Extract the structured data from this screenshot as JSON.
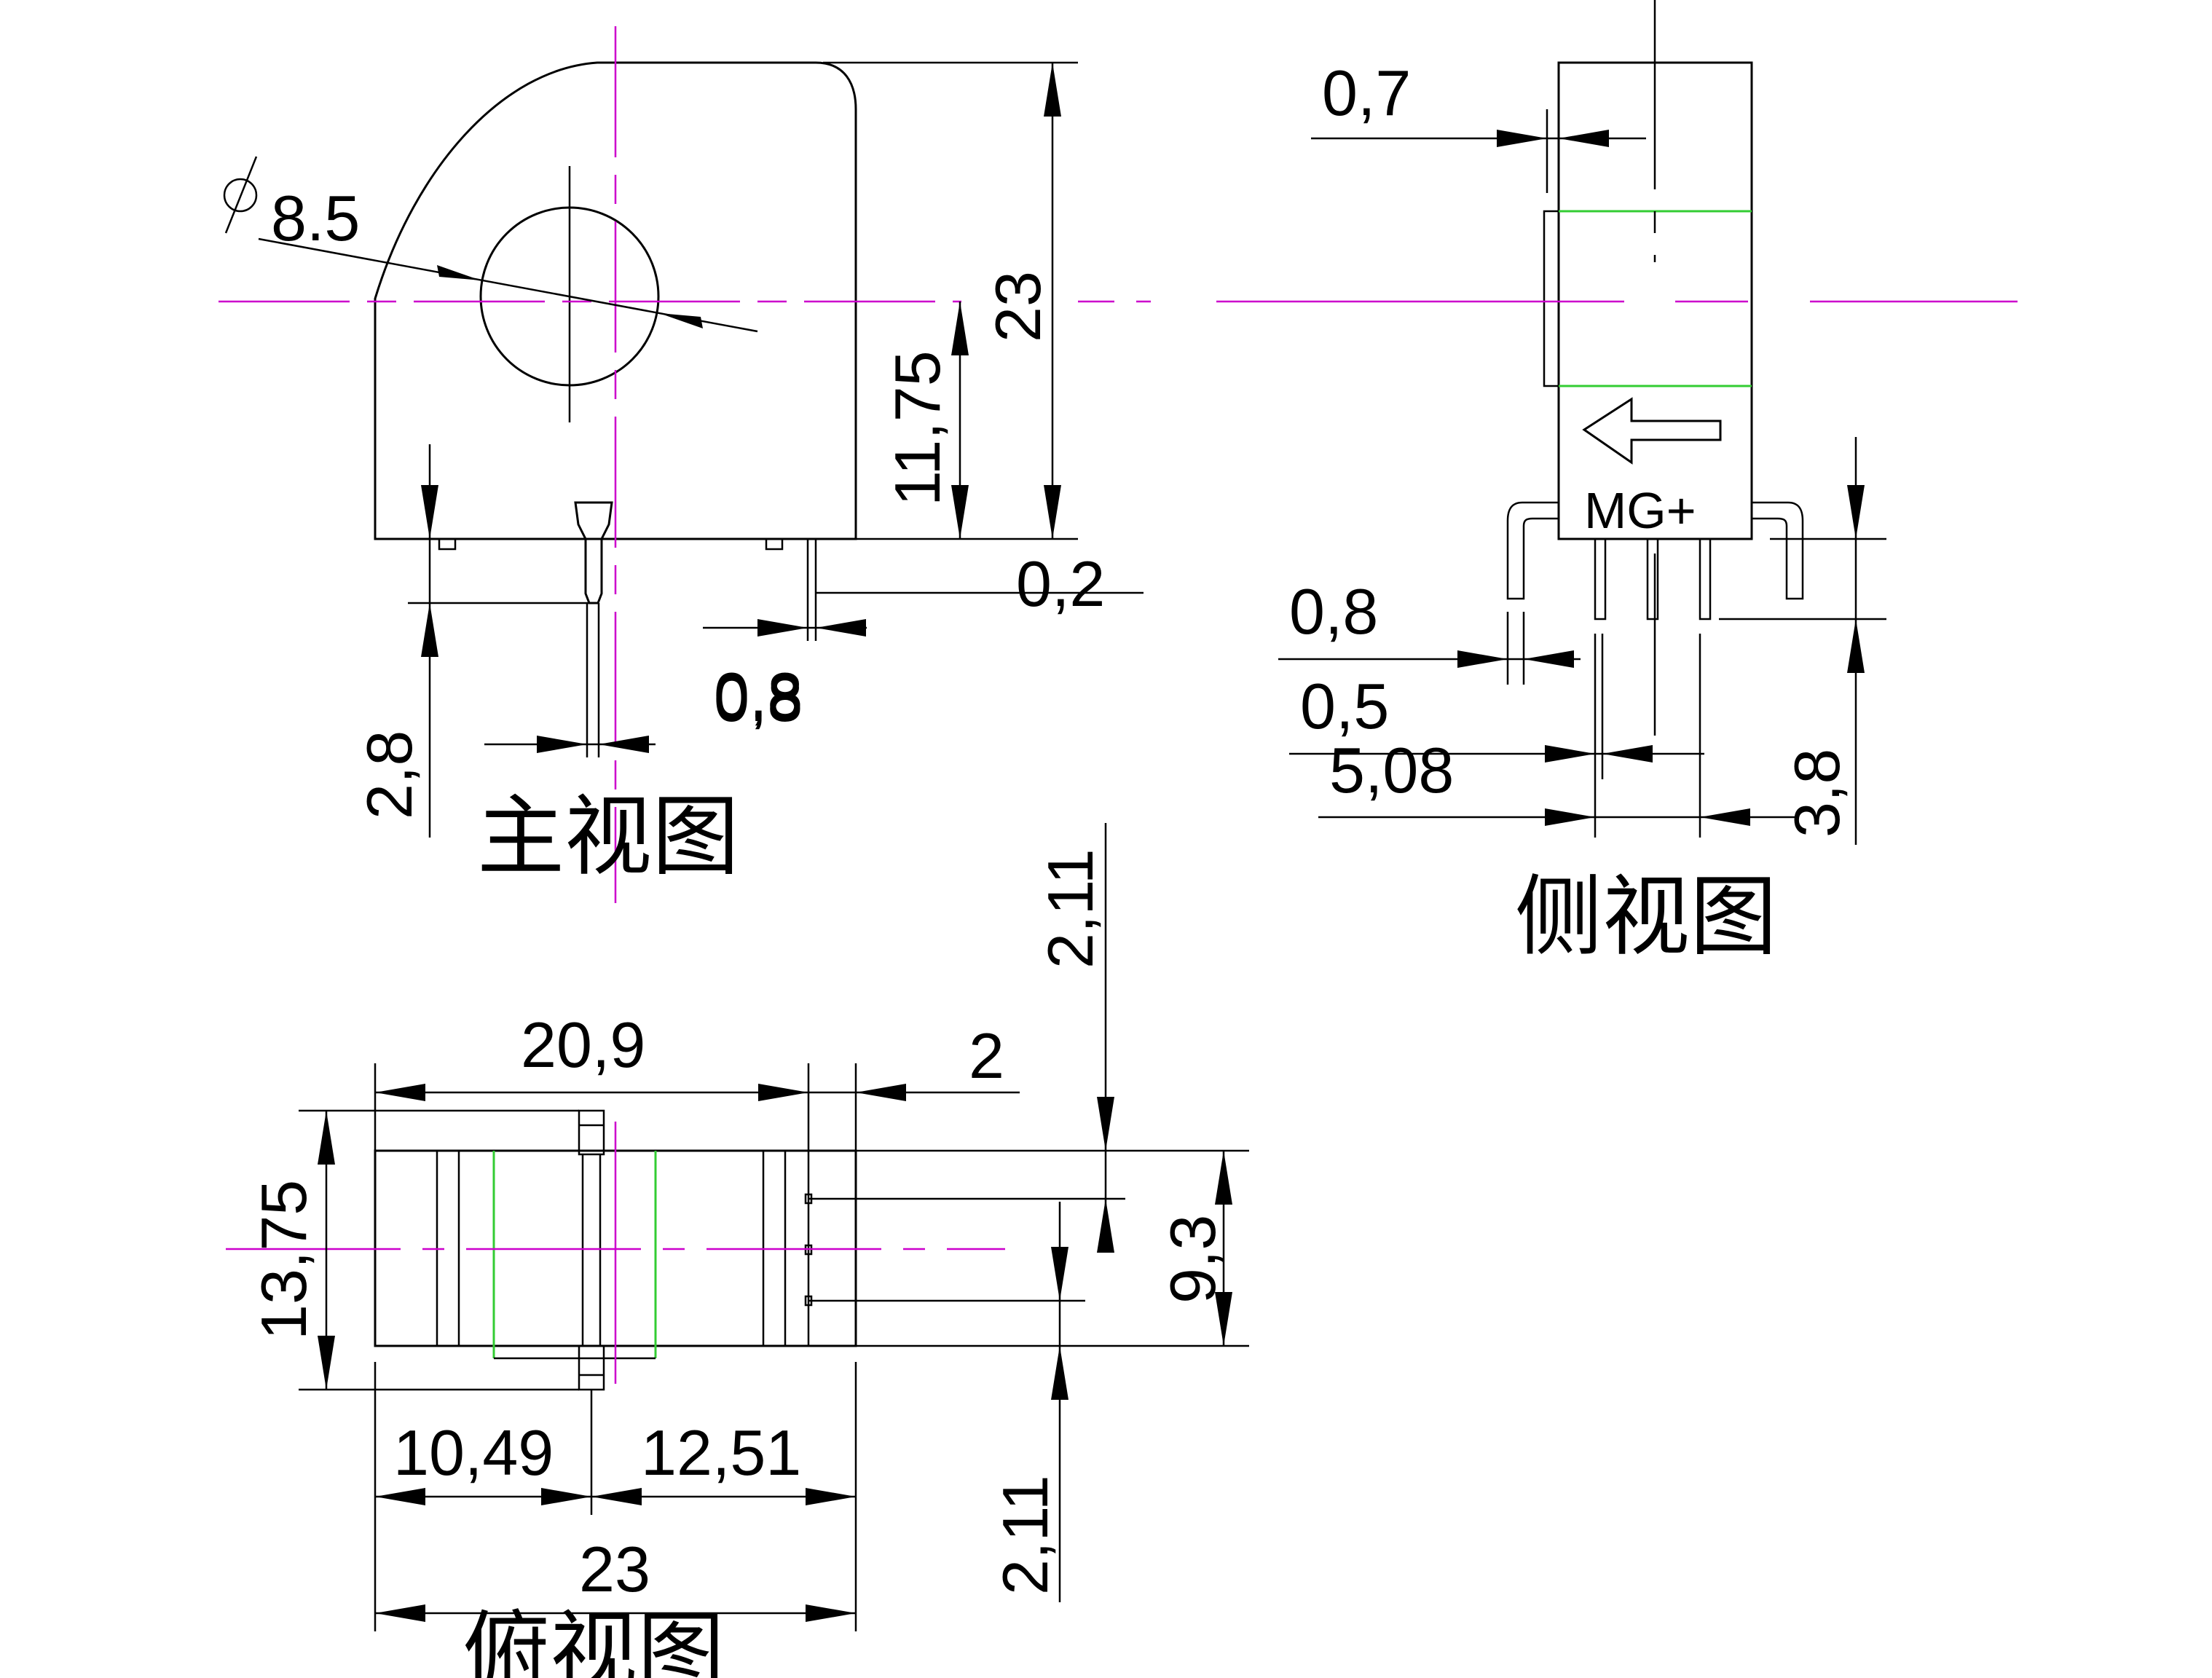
{
  "views": {
    "front": {
      "caption": "主视图"
    },
    "side": {
      "caption": "侧视图",
      "marking": "MG+"
    },
    "top": {
      "caption": "俯视图"
    }
  },
  "dimensions": {
    "front": {
      "hole_diameter": "8.5",
      "height": "23",
      "center_height": "11,75",
      "pin_offset": "0,2",
      "pin_width_right": "0,8",
      "pin_width_left": "0,8",
      "pin_length": "2,8"
    },
    "side": {
      "wall": "0,7",
      "pin_width": "0,8",
      "pin_thickness": "0,5",
      "pin_pitch": "5,08",
      "pin_length": "3,8"
    },
    "top": {
      "length_inner": "20,9",
      "tab": "2",
      "width": "13,75",
      "pin_span": "9,3",
      "pin_margin_top": "2,11",
      "pin_margin_bottom": "2,11",
      "left_to_center": "10,49",
      "center_to_right": "12,51",
      "total_length": "23"
    }
  },
  "colors": {
    "outline": "#000000",
    "centerline": "#cc00cc",
    "hidden_edge": "#33cc33"
  }
}
